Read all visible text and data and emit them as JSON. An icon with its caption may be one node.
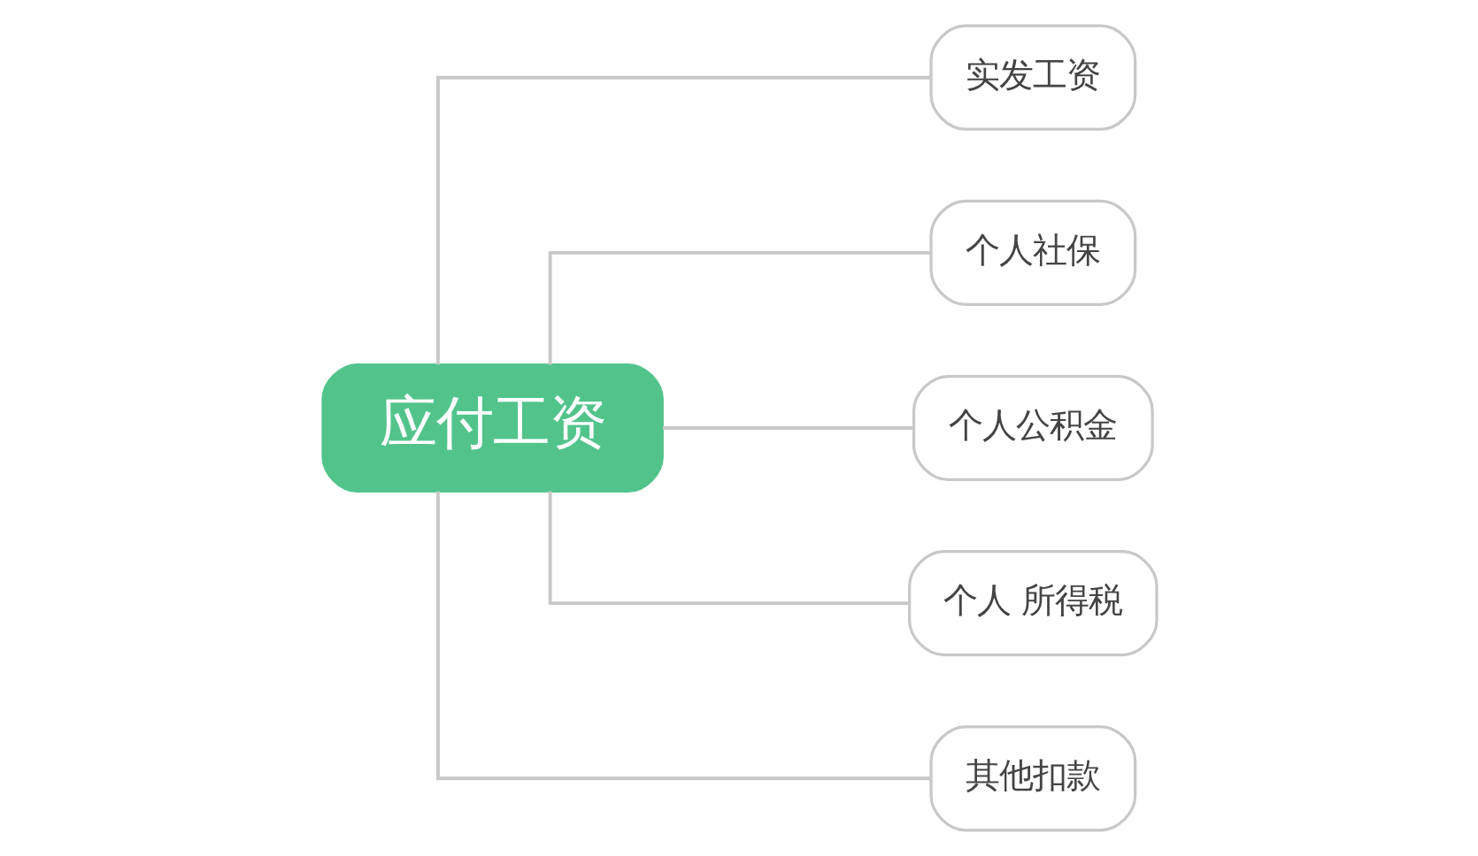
{
  "diagram": {
    "nodes": [
      {
        "text": [
          "应付工资"
        ]
      },
      {
        "text": [
          "实发工资"
        ]
      },
      {
        "text": [
          "个人社保"
        ]
      },
      {
        "text": [
          "个人公积金"
        ]
      },
      {
        "text": [
          "个人 所得税"
        ]
      },
      {
        "text": [
          "其他扣款"
        ]
      }
    ],
    "edges": [
      {
        "from": 0,
        "to": 1,
        "arrow": "none"
      },
      {
        "from": 0,
        "to": 2,
        "arrow": "none"
      },
      {
        "from": 0,
        "to": 3,
        "arrow": "none"
      },
      {
        "from": 0,
        "to": 4,
        "arrow": "none"
      },
      {
        "from": 0,
        "to": 5,
        "arrow": "none"
      }
    ]
  }
}
